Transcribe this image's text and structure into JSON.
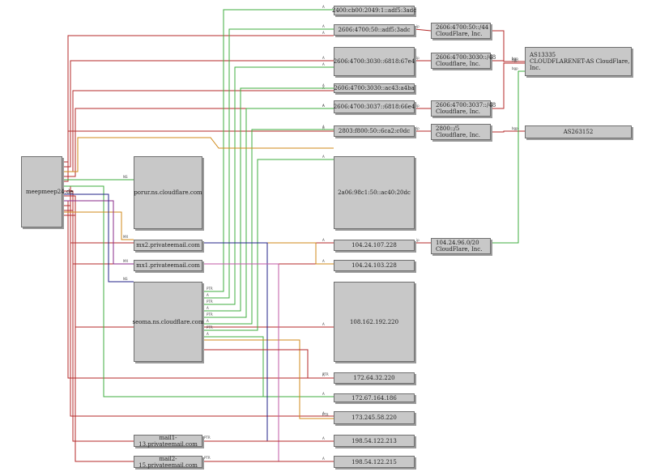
{
  "nodes": {
    "root": "meepmeep24.de",
    "ns_pub": "porur.ns.cloudflare.com",
    "ns_mx2": "mx2.privateemail.com",
    "ns_mx1": "mx1.privateemail.com",
    "ns_seoma": "seoma.ns.cloudflare.com",
    "mail1": "mail1-13.privateemail.com",
    "mail2": "mail2-15.privateemail.com",
    "ip6_1": "2400:cb00:2049:1::adf5:3adc",
    "ip6_2": "2606:4700:50::adf5:3adc",
    "ip6_3": "2606:4700:3030::6818:67e4",
    "ip6_4": "2606:4700:3030::ac43:a4ba",
    "ip6_5": "2606:4700:3037::6818:66e4",
    "ip6_6": "2803:f800:50::6ca2:c0dc",
    "ip6_big": "2a06:98c1:50::ac40:20dc",
    "ip4_1": "104.24.107.228",
    "ip4_2": "104.24.103.228",
    "ip4_3": "108.162.192.220",
    "ip4_4": "172.64.32.220",
    "ip4_5": "172.67.164.186",
    "ip4_6": "173.245.58.220",
    "ip4_7": "198.54.122.213",
    "ip4_8": "198.54.122.215",
    "net1": "2606:4700:50::/44\nCloudFlare, Inc.",
    "net2": "2606:4700:3030::/48\nCloudflare, Inc.",
    "net3": "2606:4700:3037::/48\nCloudflare, Inc.",
    "net4": "2800::/5\nCloudflare, Inc.",
    "net5": "104.24.96.0/20\nCloudFlare, Inc.",
    "as1": "AS13335\nCLOUDFLARENET-AS CloudFlare, Inc.",
    "as2": "AS263152"
  },
  "edge_labels": {
    "a": "A",
    "ptr": "PTR",
    "ns": "NS",
    "mx": "MX",
    "bgp": "bgp",
    "ip": "ip"
  },
  "colors": {
    "red": "#b42a2a",
    "green": "#3fae3f",
    "orange": "#d08a1a",
    "purple": "#8a2a8a",
    "navy": "#23238a",
    "pink": "#c25aa6",
    "node_fill": "#c8c8c8"
  }
}
